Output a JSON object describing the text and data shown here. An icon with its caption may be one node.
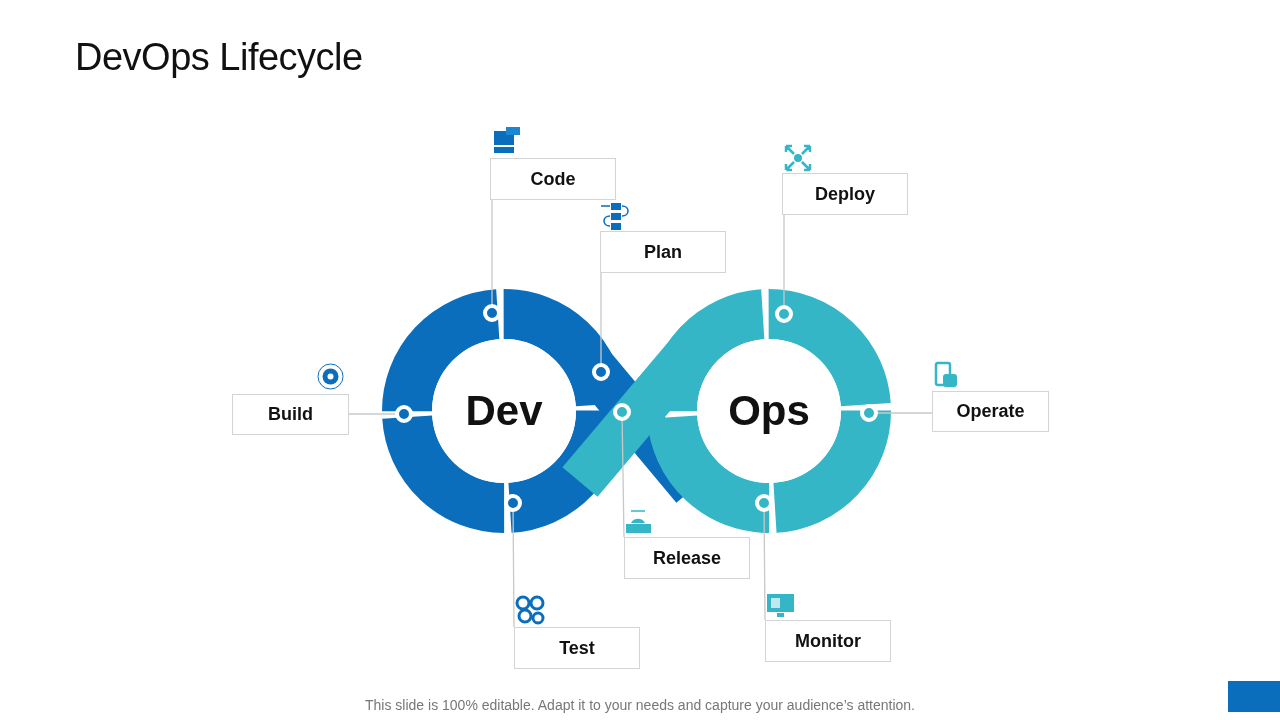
{
  "diagram": {
    "title": "DevOps Lifecycle",
    "caption": "This slide is 100% editable. Adapt it to your needs and capture your audience’s attention.",
    "nodes": [
      {
        "text": [
          "Code"
        ]
      },
      {
        "text": [
          "Plan"
        ]
      },
      {
        "text": [
          "Deploy"
        ]
      },
      {
        "text": [
          "Build"
        ]
      },
      {
        "text": [
          "Operate"
        ]
      },
      {
        "text": [
          "Dev"
        ]
      },
      {
        "text": [
          "Ops"
        ]
      },
      {
        "text": [
          "Release"
        ]
      },
      {
        "text": [
          "Monitor"
        ]
      },
      {
        "text": [
          "Test"
        ]
      },
      {
        "text": [],
        "shape": "circle"
      },
      {
        "text": [],
        "shape": "circle"
      },
      {
        "text": [],
        "shape": "circle"
      },
      {
        "text": [],
        "shape": "circle"
      },
      {
        "text": [],
        "shape": "circle"
      },
      {
        "text": [],
        "shape": "circle"
      },
      {
        "text": [],
        "shape": "circle"
      },
      {
        "text": [],
        "shape": "circle"
      }
    ],
    "edges": [
      {
        "from": 0,
        "to": 11,
        "arrow": "none"
      },
      {
        "from": 1,
        "to": 13,
        "arrow": "none"
      },
      {
        "from": 2,
        "to": 16,
        "arrow": "none"
      },
      {
        "from": 3,
        "to": 10,
        "arrow": "none"
      },
      {
        "from": 4,
        "to": 17,
        "arrow": "none"
      },
      {
        "from": 7,
        "to": 14,
        "arrow": "none"
      },
      {
        "from": 8,
        "to": 15,
        "arrow": "none"
      },
      {
        "from": 9,
        "to": 12,
        "arrow": "none"
      }
    ]
  }
}
